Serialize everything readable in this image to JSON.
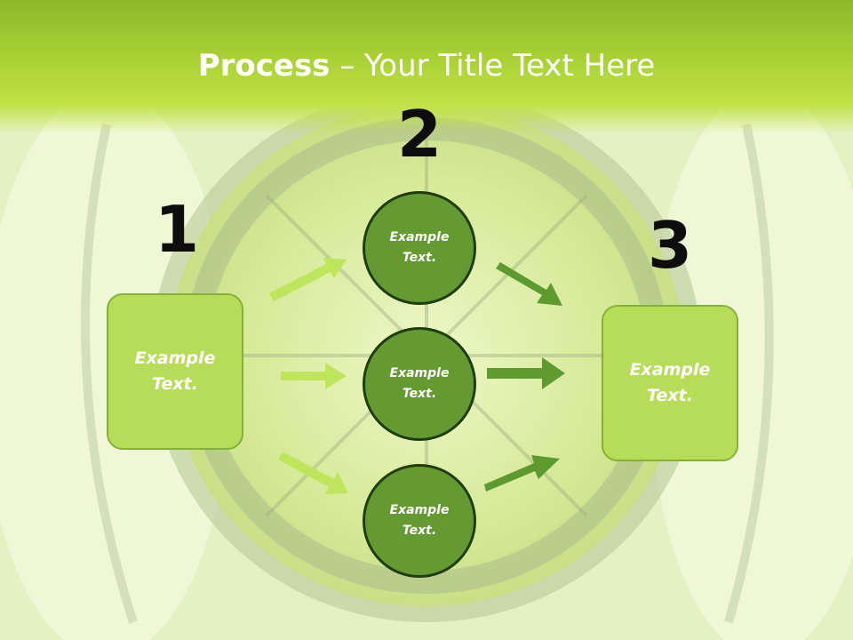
{
  "slide": {
    "title_bold": "Process",
    "title_rest": " – Your Title Text Here"
  },
  "steps": {
    "step1_number": "1",
    "step2_number": "2",
    "step3_number": "3"
  },
  "boxes": {
    "left_text": "Example Text.",
    "right_text": "Example Text."
  },
  "circles": {
    "top_text": "Example Text.",
    "middle_text": "Example Text.",
    "bottom_text": "Example Text."
  },
  "colors": {
    "header": "#a6cf33",
    "light_box": "#b7dd58",
    "dark_circle": "#659a32",
    "light_arrow": "#bfe55c",
    "dark_arrow": "#5f9a30"
  }
}
